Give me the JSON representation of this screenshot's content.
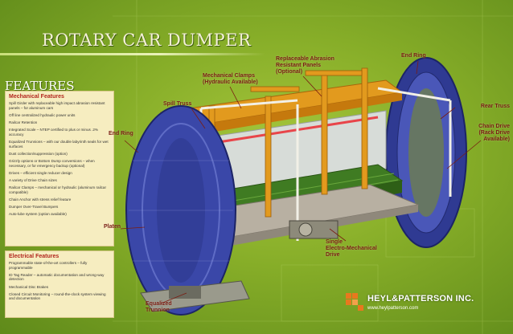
{
  "title": "ROTARY CAR DUMPER",
  "features_heading": "FEATURES",
  "mechanical": {
    "heading": "Mechanical Features",
    "items": [
      "Spill Girder with replaceable high impact abrasion resistant panels – for aluminum cars",
      "Off line centralized hydraulic power units",
      "Railcar Retention",
      "Integrated Scale – NTEP certified to plus or minus .2% accuracy",
      "Equalized Trunnions – with our double labyrinth seals for wet surfaces",
      "Dust collection/suppression (option)",
      "Grizzly options or Bottom Dump conversions – when necessary, or for emergency backup (optional)",
      "Drives – efficient single reducer design",
      "A variety of Drive Chain sizes",
      "Railcar Clamps – mechanical or hydraulic (aluminum railcar compatible)",
      "Chain Anchor with stress relief feature",
      "Dumper Over-Travel Bumpers",
      "Auto-lube system (option available)"
    ]
  },
  "electrical": {
    "heading": "Electrical Features",
    "items": [
      "Programmable state-of-the-art controllers – fully programmable",
      "ID Tag Reader – automatic documentation and wrong-way detection",
      "Mechanical Disc Brakes",
      "Closed Circuit Monitoring – round-the-clock system viewing and documentation"
    ]
  },
  "callouts": {
    "replaceable": "Replaceable Abrasion\nResistant Panels\n(Optional)",
    "end_ring_top": "End Ring",
    "clamps": "Mechanical Clamps\n(Hydraulic Available)",
    "spill_truss": "Spill Truss",
    "rear_truss": "Rear Truss",
    "chain_drive": "Chain Drive\n(Rack Drive\nAvailable)",
    "end_ring_left": "End Ring",
    "platen": "Platen",
    "single_drive": "Single\nElectro-Mechanical\nDrive",
    "trunnion": "Equalized\nTrunnion"
  },
  "company": {
    "name": "HEYL&PATTERSON INC.",
    "url": "www.heylpatterson.com"
  },
  "colors": {
    "background": "#86ad28",
    "ring_blue": "#3a47a8",
    "frame_orange": "#e29a1e",
    "callout_red": "#7a1d12",
    "panel_cream": "#f6edc0"
  }
}
